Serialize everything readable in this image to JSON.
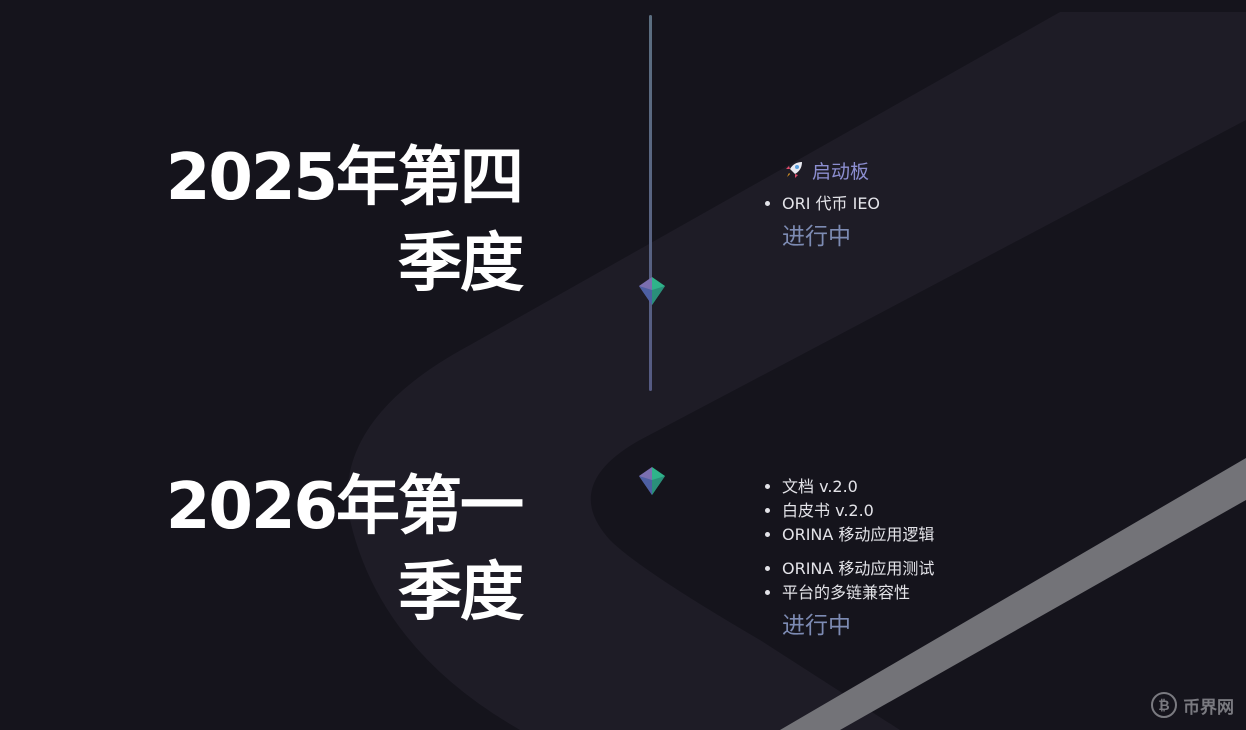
{
  "quarters": [
    {
      "title_line1": "2025年第四",
      "title_line2": "季度",
      "heading": "启动板",
      "items": [
        "ORI 代币 IEO"
      ],
      "status": "进行中"
    },
    {
      "title_line1": "2026年第一",
      "title_line2": "季度",
      "items_group1": [
        "文档 v.2.0",
        "白皮书 v.2.0",
        "ORINA 移动应用逻辑"
      ],
      "items_group2": [
        "ORINA 移动应用测试",
        "平台的多链兼容性"
      ],
      "status": "进行中"
    }
  ],
  "watermark": {
    "text": "币界网"
  },
  "icons": {
    "heading_icon": "rocket-icon",
    "timeline_marker": "gem-icon",
    "watermark_logo": "bitcoin-circle-icon"
  },
  "colors": {
    "background": "#15141c",
    "heading_accent": "#8c8ed0",
    "status": "#7d8bb3",
    "gem_purple": "#7b6fb0",
    "gem_green": "#2fb38a"
  }
}
